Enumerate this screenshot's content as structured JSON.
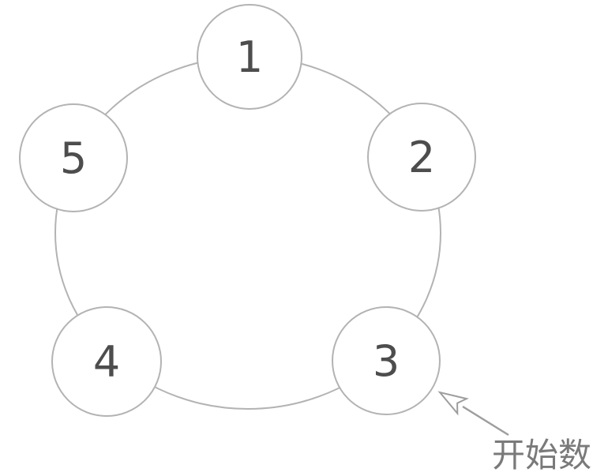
{
  "diagram": {
    "description": "Five numbered nodes arranged on a ring; an arrow marks the starting node",
    "nodes": [
      {
        "label": "1"
      },
      {
        "label": "2"
      },
      {
        "label": "3"
      },
      {
        "label": "4"
      },
      {
        "label": "5"
      }
    ],
    "annotation": {
      "text": "开始数",
      "points_to_node": "3"
    },
    "colors": {
      "background": "#ffffff",
      "ring_stroke": "#b3b3b3",
      "node_fill": "#ffffff",
      "node_stroke": "#b3b3b3",
      "node_text": "#4d4d4d",
      "arrow": "#9e9e9e",
      "annotation_text": "#7a7a7a"
    }
  }
}
